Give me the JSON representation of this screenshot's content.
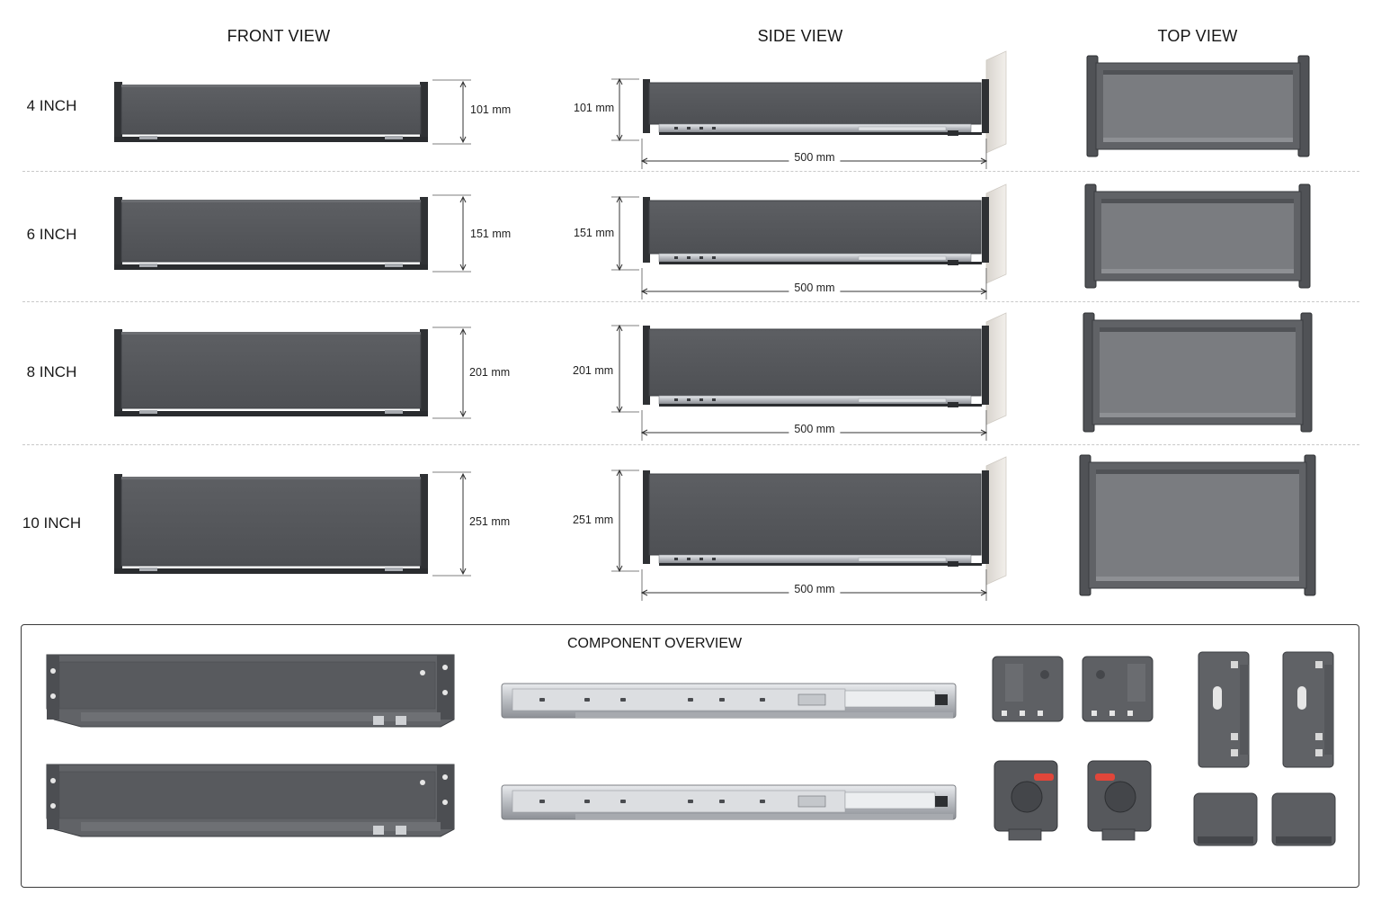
{
  "headers": {
    "front": "FRONT VIEW",
    "side": "SIDE VIEW",
    "top": "TOP VIEW"
  },
  "rows": [
    {
      "label": "4 INCH",
      "height": "101 mm",
      "depth": "500 mm"
    },
    {
      "label": "6 INCH",
      "height": "151 mm",
      "depth": "500 mm"
    },
    {
      "label": "8 INCH",
      "height": "201 mm",
      "depth": "500 mm"
    },
    {
      "label": "10 INCH",
      "height": "251 mm",
      "depth": "500 mm"
    }
  ],
  "components": {
    "title": "COMPONENT OVERVIEW"
  },
  "colors": {
    "drawer_body": "#55575b",
    "drawer_dark": "#2f3134",
    "rail_steel": "#c9ccd0",
    "cabinet_panel": "#ece9e4",
    "release_lever": "#e0463a"
  }
}
